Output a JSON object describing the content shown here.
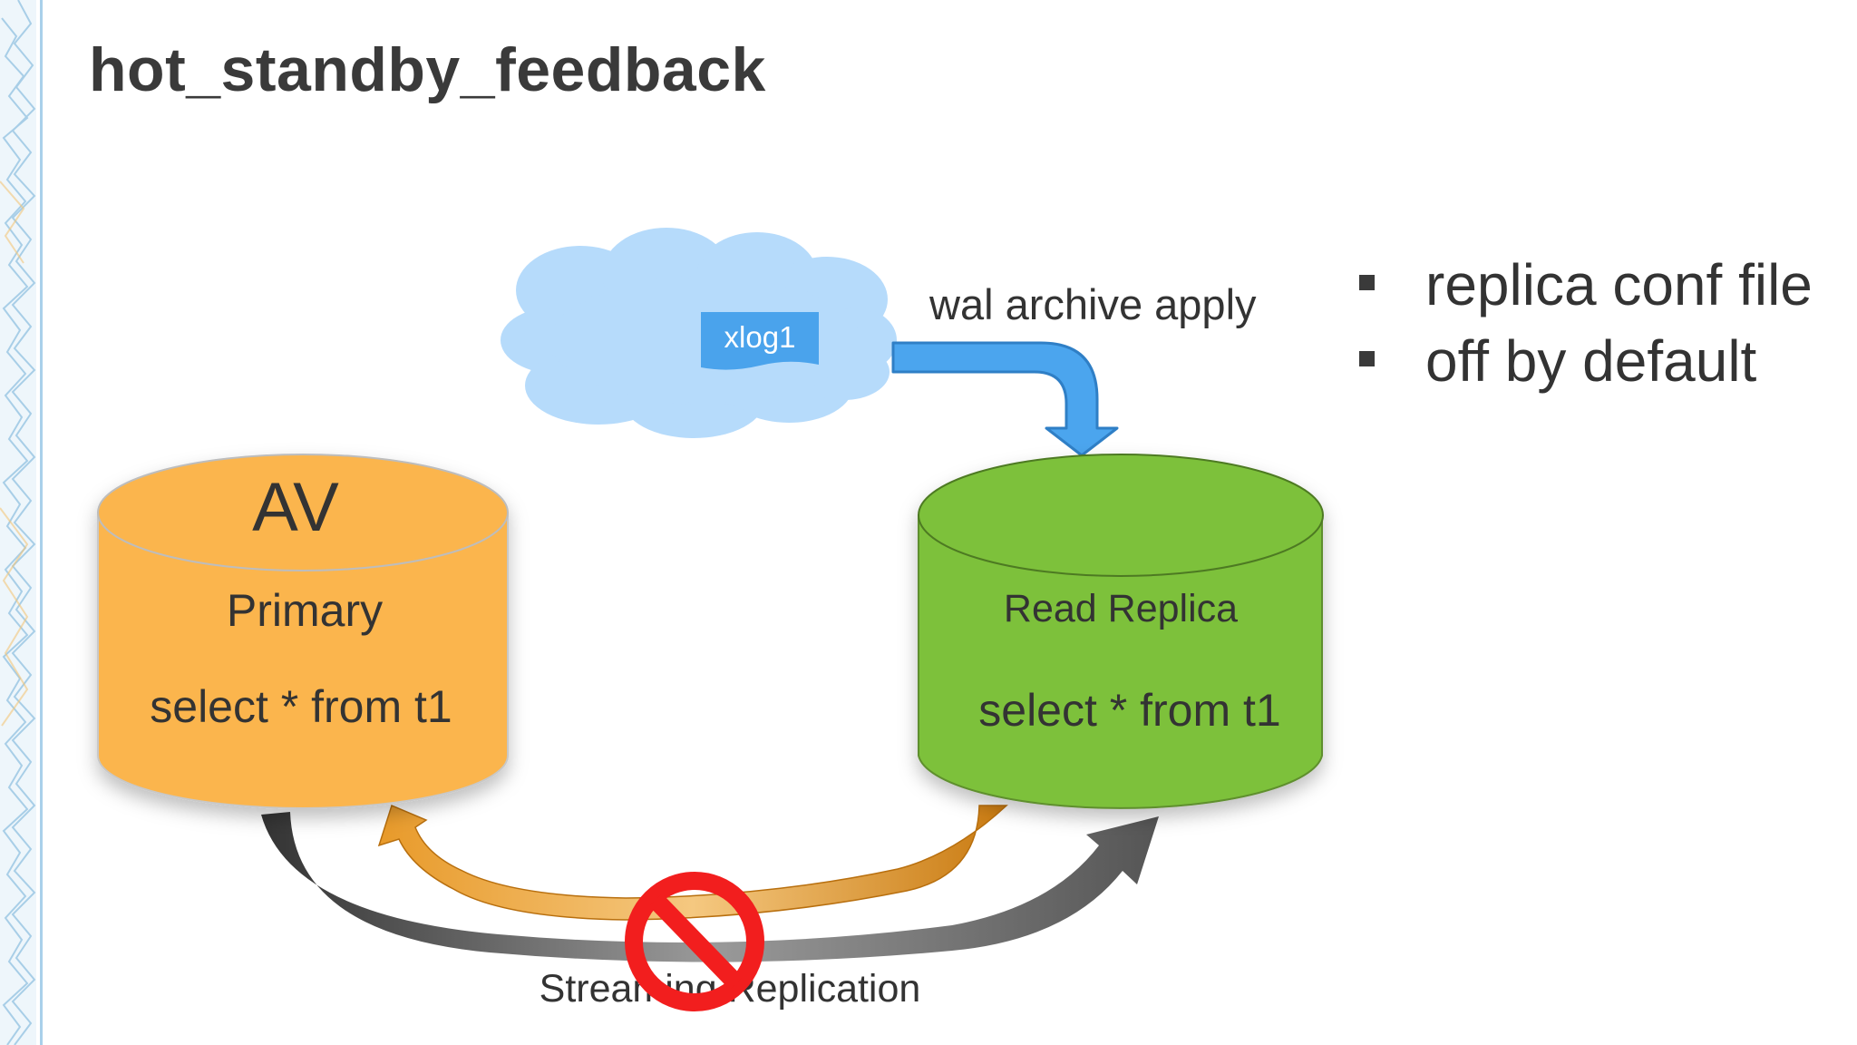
{
  "title": "hot_standby_feedback",
  "bullets": [
    {
      "text": "replica conf file"
    },
    {
      "text": "off by default"
    }
  ],
  "diagram": {
    "cloud_label": "xlog1",
    "wal_label": "wal archive apply",
    "primary": {
      "heading": "AV",
      "label": "Primary",
      "query": "select * from t1"
    },
    "replica": {
      "label": "Read Replica",
      "query": "select * from t1"
    },
    "streaming_label": "Streaming Replication"
  },
  "colors": {
    "primary_fill": "#FBB54E",
    "replica_fill": "#7DC13A",
    "cloud_fill": "#B6DBFB",
    "blue_arrow": "#4BA5EE",
    "orange_arrow": "#DE8D1E",
    "gray_arrow": "#555555",
    "prohibit_red": "#F21E1E"
  },
  "icons": {
    "prohibited": "prohibited-icon"
  }
}
